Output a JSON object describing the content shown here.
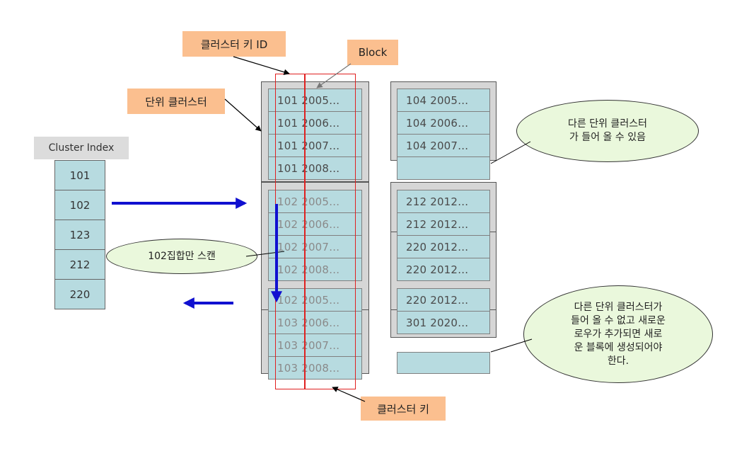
{
  "labels": {
    "cluster_key_id": "클러스터 키 ID",
    "block": "Block",
    "unit_cluster": "단위 클러스터",
    "cluster_key": "클러스터 키"
  },
  "cluster_index": {
    "title": "Cluster Index",
    "keys": [
      "101",
      "102",
      "123",
      "212",
      "220"
    ]
  },
  "left_blocks": {
    "group1": [
      "101 2005…",
      "101 2006…",
      "101 2007…",
      "101 2008…"
    ],
    "group2": [
      "102 2005…",
      "102 2006…",
      "102 2007…",
      "102 2008…"
    ],
    "group3": [
      "102 2005…",
      "103 2006…",
      "103 2007…",
      "103 2008…"
    ]
  },
  "right_blocks": {
    "group1": [
      "104 2005…",
      "104 2006…",
      "104 2007…"
    ],
    "group2": [
      "212 2012…",
      "212 2012…",
      "220 2012…",
      "220 2012…"
    ],
    "group3": [
      "220  2012…",
      "301 2020…"
    ]
  },
  "callouts": {
    "scan": "102집합만 스캔",
    "other_cluster": [
      "다른 단위 클러스터",
      "가 들어 올 수 있음"
    ],
    "new_block": [
      "다른 단위 클러스터가",
      "들어 올 수 없고 새로운",
      "로우가 추가되면 새로",
      "운 블록에 생성되어야",
      "한다."
    ]
  },
  "colors": {
    "tag": "#fbbf8f",
    "row": "#b7dbe0",
    "group": "#d6d6d6",
    "bubble": "#eaf8dc",
    "arrow_blue": "#1010d0",
    "key_box": "#e02020"
  }
}
